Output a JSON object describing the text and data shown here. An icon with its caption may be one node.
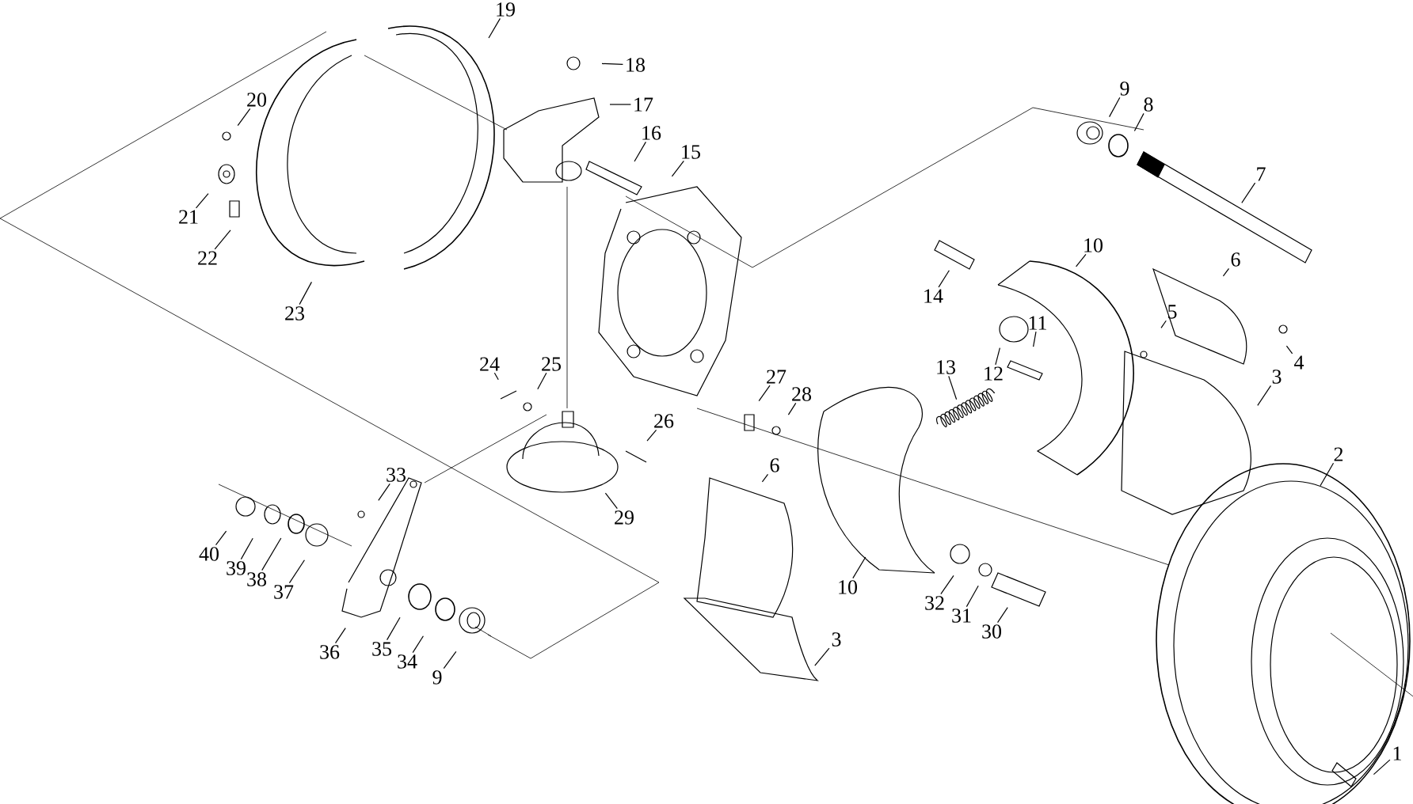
{
  "diagram": {
    "nodes": [
      {
        "text": [
          "19"
        ]
      },
      {
        "text": [
          "18"
        ]
      },
      {
        "text": [
          "9"
        ]
      },
      {
        "text": [
          "20"
        ]
      },
      {
        "text": [
          "8"
        ]
      },
      {
        "text": [
          "17"
        ]
      },
      {
        "text": [
          "16"
        ]
      },
      {
        "text": [
          "15"
        ]
      },
      {
        "text": [
          "7"
        ]
      },
      {
        "text": [
          "21"
        ]
      },
      {
        "text": [
          "10"
        ]
      },
      {
        "text": [
          "6"
        ]
      },
      {
        "text": [
          "22"
        ]
      },
      {
        "text": [
          "14"
        ]
      },
      {
        "text": [
          "5"
        ]
      },
      {
        "text": [
          "23"
        ]
      },
      {
        "text": [
          "11"
        ]
      },
      {
        "text": [
          "4"
        ]
      },
      {
        "text": [
          "24"
        ]
      },
      {
        "text": [
          "25"
        ]
      },
      {
        "text": [
          "12"
        ]
      },
      {
        "text": [
          "13"
        ]
      },
      {
        "text": [
          "27"
        ]
      },
      {
        "text": [
          "3"
        ]
      },
      {
        "text": [
          "28"
        ]
      },
      {
        "text": [
          "26"
        ]
      },
      {
        "text": [
          "2"
        ]
      },
      {
        "text": [
          "6"
        ]
      },
      {
        "text": [
          "33"
        ]
      },
      {
        "text": [
          "29"
        ]
      },
      {
        "text": [
          "40"
        ]
      },
      {
        "text": [
          "39"
        ]
      },
      {
        "text": [
          "38"
        ]
      },
      {
        "text": [
          "10"
        ]
      },
      {
        "text": [
          "37"
        ]
      },
      {
        "text": [
          "32"
        ]
      },
      {
        "text": [
          "31"
        ]
      },
      {
        "text": [
          "30"
        ]
      },
      {
        "text": [
          "3"
        ]
      },
      {
        "text": [
          "36"
        ]
      },
      {
        "text": [
          "35"
        ]
      },
      {
        "text": [
          "34"
        ]
      },
      {
        "text": [
          "9"
        ]
      },
      {
        "text": [
          "1"
        ]
      }
    ],
    "edges": [
      {
        "from": 0,
        "to": null,
        "arrow": "none"
      },
      {
        "from": 1,
        "to": null,
        "arrow": "none"
      },
      {
        "from": 2,
        "to": null,
        "arrow": "none"
      },
      {
        "from": 3,
        "to": null,
        "arrow": "none"
      },
      {
        "from": 4,
        "to": null,
        "arrow": "none"
      },
      {
        "from": 5,
        "to": null,
        "arrow": "none"
      },
      {
        "from": 6,
        "to": null,
        "arrow": "none"
      },
      {
        "from": 7,
        "to": null,
        "arrow": "none"
      },
      {
        "from": 8,
        "to": null,
        "arrow": "none"
      },
      {
        "from": 9,
        "to": null,
        "arrow": "none"
      },
      {
        "from": 10,
        "to": null,
        "arrow": "none"
      },
      {
        "from": 11,
        "to": null,
        "arrow": "none"
      },
      {
        "from": 12,
        "to": null,
        "arrow": "none"
      },
      {
        "from": 13,
        "to": null,
        "arrow": "none"
      },
      {
        "from": 14,
        "to": null,
        "arrow": "none"
      },
      {
        "from": 15,
        "to": null,
        "arrow": "none"
      },
      {
        "from": 16,
        "to": null,
        "arrow": "none"
      },
      {
        "from": 17,
        "to": null,
        "arrow": "none"
      },
      {
        "from": 18,
        "to": null,
        "arrow": "none"
      },
      {
        "from": 19,
        "to": null,
        "arrow": "none"
      },
      {
        "from": 20,
        "to": null,
        "arrow": "none"
      },
      {
        "from": 21,
        "to": null,
        "arrow": "none"
      },
      {
        "from": 22,
        "to": null,
        "arrow": "none"
      },
      {
        "from": 23,
        "to": null,
        "arrow": "none"
      },
      {
        "from": 24,
        "to": null,
        "arrow": "none"
      },
      {
        "from": 25,
        "to": null,
        "arrow": "none"
      },
      {
        "from": 26,
        "to": null,
        "arrow": "none"
      },
      {
        "from": 27,
        "to": null,
        "arrow": "none"
      },
      {
        "from": 28,
        "to": null,
        "arrow": "none"
      },
      {
        "from": 29,
        "to": null,
        "arrow": "none"
      },
      {
        "from": 30,
        "to": null,
        "arrow": "none"
      },
      {
        "from": 31,
        "to": null,
        "arrow": "none"
      },
      {
        "from": 32,
        "to": null,
        "arrow": "none"
      },
      {
        "from": 33,
        "to": null,
        "arrow": "none"
      },
      {
        "from": 34,
        "to": null,
        "arrow": "none"
      },
      {
        "from": 35,
        "to": null,
        "arrow": "none"
      },
      {
        "from": 36,
        "to": null,
        "arrow": "none"
      },
      {
        "from": 37,
        "to": null,
        "arrow": "none"
      },
      {
        "from": 38,
        "to": null,
        "arrow": "none"
      },
      {
        "from": 39,
        "to": null,
        "arrow": "none"
      },
      {
        "from": 40,
        "to": null,
        "arrow": "none"
      },
      {
        "from": 41,
        "to": null,
        "arrow": "none"
      },
      {
        "from": 42,
        "to": null,
        "arrow": "none"
      },
      {
        "from": 43,
        "to": null,
        "arrow": "none"
      }
    ]
  }
}
